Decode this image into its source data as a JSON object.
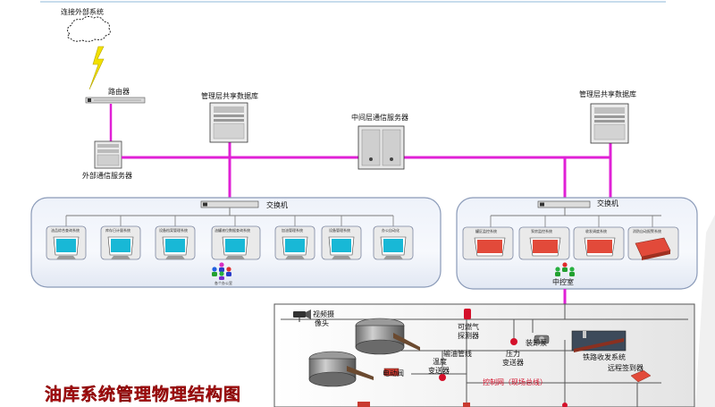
{
  "labels": {
    "external_system": "连接外部系统",
    "router": "路由器",
    "external_server": "外部通信服务器",
    "mgmt_db_left": "管理层共享数据库",
    "middle_server": "中间层通信服务器",
    "mgmt_db_right": "管理层共享数据库",
    "switch_left": "交换机",
    "switch_right": "交换机",
    "office_group": "各个办公室",
    "control_room": "中控室",
    "video_camera_line1": "视频摄",
    "video_camera_line2": "像头",
    "gas_detector_line1": "可燃气",
    "gas_detector_line2": "探测器",
    "pipeline": "输油管线",
    "unload_pump": "装卸泵",
    "pressure_line1": "压力",
    "pressure_line2": "变送器",
    "temp_line1": "温度",
    "temp_line2": "变送器",
    "electric_valve": "电动阀",
    "rail_system": "铁路收发系统",
    "control_net": "控制网（现场总线）",
    "remote_meter": "远程签到器",
    "page_title": "油库系统管理物理结构图"
  },
  "left_monitors": [
    "油品综合查询系统",
    "库存日计量系统",
    "设备档案管理系统",
    "油罐液位数据查询系统",
    "加油管理系统",
    "设备管理系统",
    "办公自动化"
  ],
  "right_monitors": [
    "罐区监控系统",
    "泵房监控系统",
    "收发调度系统",
    "消防自动报警系统"
  ],
  "colors": {
    "network_link": "#e020d6",
    "panel_border": "#8a9ab8",
    "title": "#e8141c",
    "monitor_screen": "#18b8d6",
    "device_red": "#e24a3a"
  }
}
